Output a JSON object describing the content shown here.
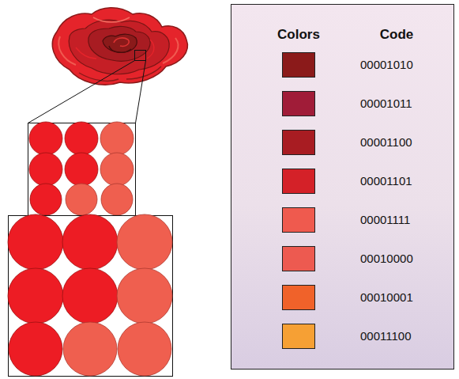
{
  "diagram": {
    "labels": [
      "Colors",
      "Code"
    ],
    "legend": [
      {
        "text": "00001010",
        "color": "#8b1a1a"
      },
      {
        "text": "00001011",
        "color": "#a01c38"
      },
      {
        "text": "00001100",
        "color": "#a81c22"
      },
      {
        "text": "00001101",
        "color": "#d42128"
      },
      {
        "text": "00001111",
        "color": "#ef5a4e"
      },
      {
        "text": "00010000",
        "color": "#ed5a50"
      },
      {
        "text": "00010001",
        "color": "#f0622a"
      },
      {
        "text": "00011100",
        "color": "#f6a034"
      }
    ]
  }
}
